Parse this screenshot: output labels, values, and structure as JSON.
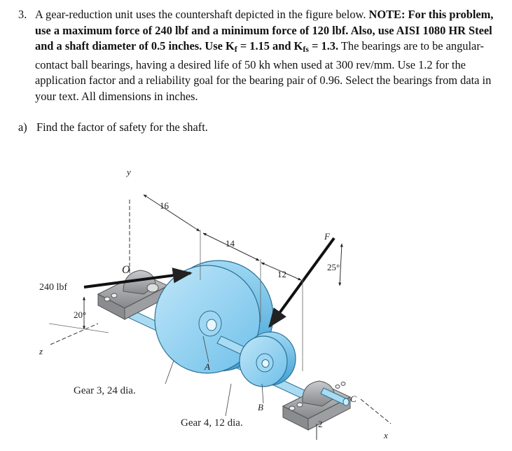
{
  "problem": {
    "number": "3.",
    "s1": "A gear-reduction unit uses the countershaft depicted in the figure below. ",
    "s2_bold": "NOTE: For this problem, use a maximum force of 240 lbf and a minimum force of 120 lbf. Also, use AISI 1080 HR Steel and a shaft diameter of 0.5 inches. Use K",
    "kf_sub": "f",
    "s3_bold": " = 1.15 and K",
    "kfs_sub": "fs",
    "s4_bold": " = 1.3.",
    "s5": " The bearings are to be angular-contact ball bearings, having a desired life of 50 kh when used at 300 rev/mm. Use 1.2 for the application factor and a reliability goal for the bearing pair of 0.96. Select the bearings from data in your text. All dimensions in inches."
  },
  "part_a": {
    "label": "a)",
    "text": "Find the factor of safety for the shaft."
  },
  "figure": {
    "axis_y": "y",
    "axis_z": "z",
    "axis_x": "x",
    "point_o": "O",
    "point_a": "A",
    "point_b": "B",
    "point_c": "C",
    "force_f": "F",
    "force_left": "240 lbf",
    "angle_left": "20°",
    "angle_right": "25°",
    "dim_16": "16",
    "dim_14": "14",
    "dim_12": "12",
    "dim_2": "2",
    "gear3_label": "Gear 3, 24 dia.",
    "gear4_label": "Gear 4, 12 dia.",
    "colors": {
      "gear": "#7ec9ee",
      "gear_dark": "#4aa8d8",
      "gear_light": "#b9e3f7",
      "bearing": "#a7a9ac"
    }
  }
}
